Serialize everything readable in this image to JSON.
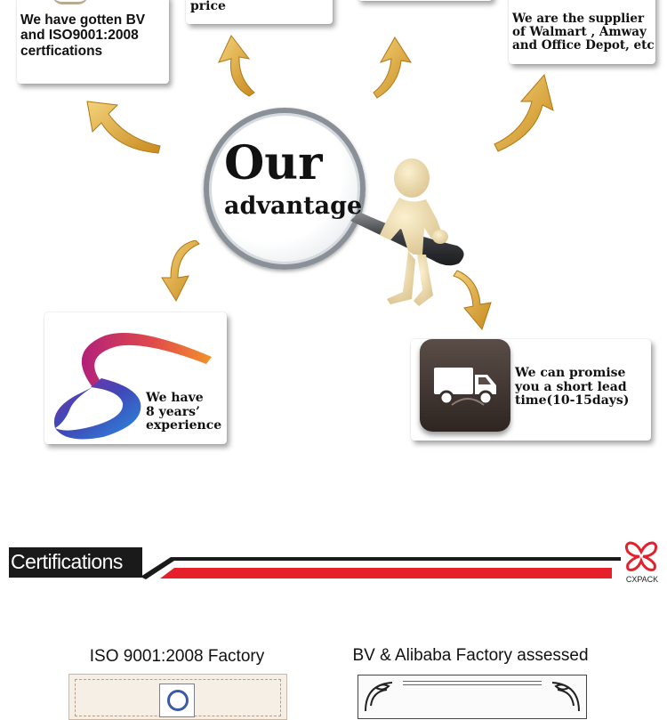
{
  "advantage": {
    "center_title_line1": "Our",
    "center_title_line2": "advantage",
    "cards": {
      "certifications": "We have gotten BV\nand ISO9001:2008\ncertfications",
      "price": "can offer you direct\nprice",
      "supplier": "We are the supplier\nof Walmart , Amway\nand Office Depot, etc",
      "experience": "We have\n8 years’\nexperience",
      "lead_time": "We can promise\nyou a short lead\ntime(10-15days)"
    }
  },
  "certifications_section": {
    "heading": "Certifications",
    "brand": "CXPACK",
    "colors": {
      "accent_red": "#e5202a",
      "dark": "#1a1a1a",
      "arrow_gold": "#e8b84a"
    },
    "items": [
      {
        "title": "ISO 9001:2008 Factory"
      },
      {
        "title": "BV & Alibaba Factory assessed"
      }
    ]
  }
}
